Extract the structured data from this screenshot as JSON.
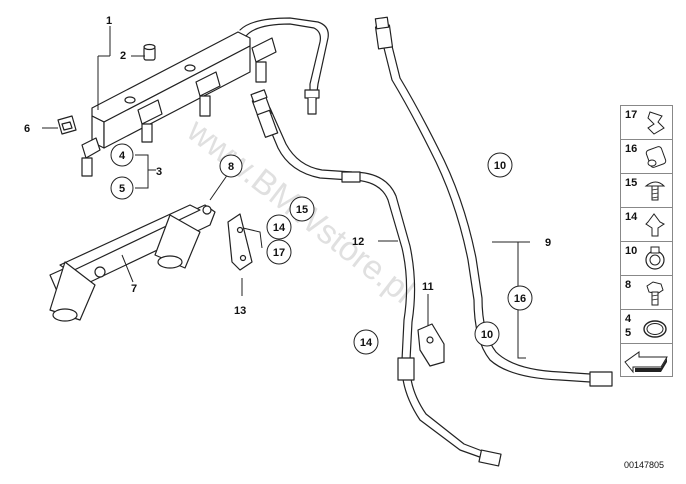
{
  "callouts": {
    "c1": "1",
    "c2": "2",
    "c3": "3",
    "c4": "4",
    "c5": "5",
    "c6": "6",
    "c7": "7",
    "c8": "8",
    "c9": "9",
    "c10a": "10",
    "c10b": "10",
    "c11": "11",
    "c12": "12",
    "c13": "13",
    "c14a": "14",
    "c14b": "14",
    "c15": "15",
    "c16": "16",
    "c17": "17"
  },
  "watermark": "www.BMWstore.pl",
  "legend": {
    "items": [
      {
        "number": "17",
        "icon": "clip-icon"
      },
      {
        "number": "16",
        "icon": "sleeve-icon"
      },
      {
        "number": "15",
        "icon": "screw-icon"
      },
      {
        "number": "14",
        "icon": "expanding-rivet-icon"
      },
      {
        "number": "10",
        "icon": "hose-clamp-icon"
      },
      {
        "number": "8",
        "icon": "hex-bolt-icon"
      },
      {
        "number": "4",
        "number2": "5",
        "icon": "seal-ring-icon"
      },
      {
        "number": "",
        "icon": "arrow-icon"
      }
    ]
  },
  "doc_id": "00147805"
}
